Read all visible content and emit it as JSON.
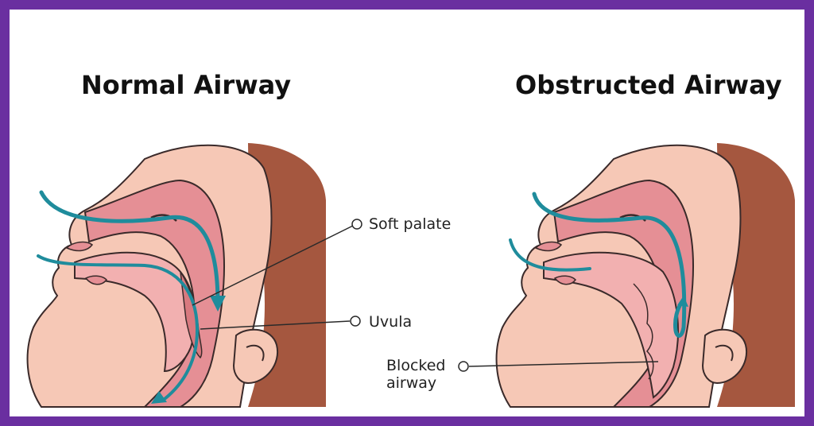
{
  "titles": {
    "normal": "Normal Airway",
    "obstructed": "Obstructed Airway"
  },
  "labels": {
    "soft_palate": "Soft palate",
    "uvula": "Uvula",
    "blocked_line1": "Blocked",
    "blocked_line2": "airway"
  },
  "colors": {
    "border": "#6a2fa0",
    "skin": "#f6c8b6",
    "skin_outline": "#3a2a2a",
    "airway_pink": "#e58f95",
    "mucosa": "#f2b0b0",
    "hair": "#a5573f",
    "airflow": "#1f8c9c"
  }
}
